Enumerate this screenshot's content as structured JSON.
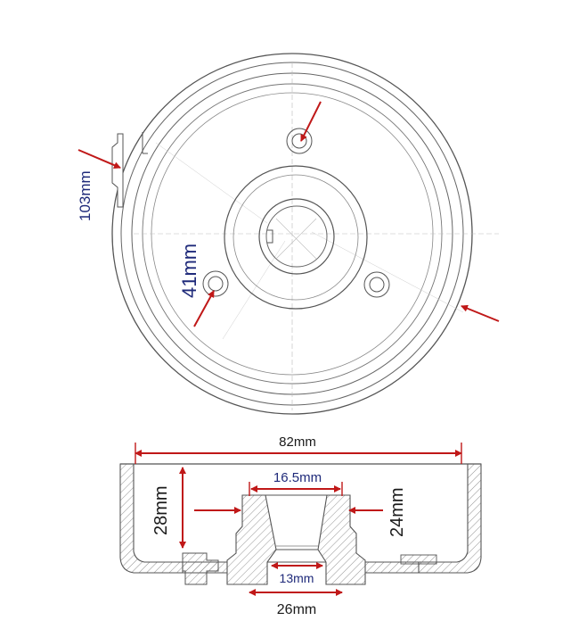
{
  "drawing": {
    "top_view": {
      "outer_diameter_label": "103mm",
      "bolt_circle_label": "41mm"
    },
    "section_view": {
      "width_label": "82mm",
      "depth_label": "28mm",
      "hub_height_label": "24mm",
      "hub_top_label": "16.5mm",
      "bore_label": "13mm",
      "hub_base_label": "26mm"
    },
    "colors": {
      "arrow": "#c01818",
      "line": "#555555",
      "label_black": "#1a1a1a",
      "label_blue": "#1f2a7a",
      "hatch": "#777777"
    }
  }
}
